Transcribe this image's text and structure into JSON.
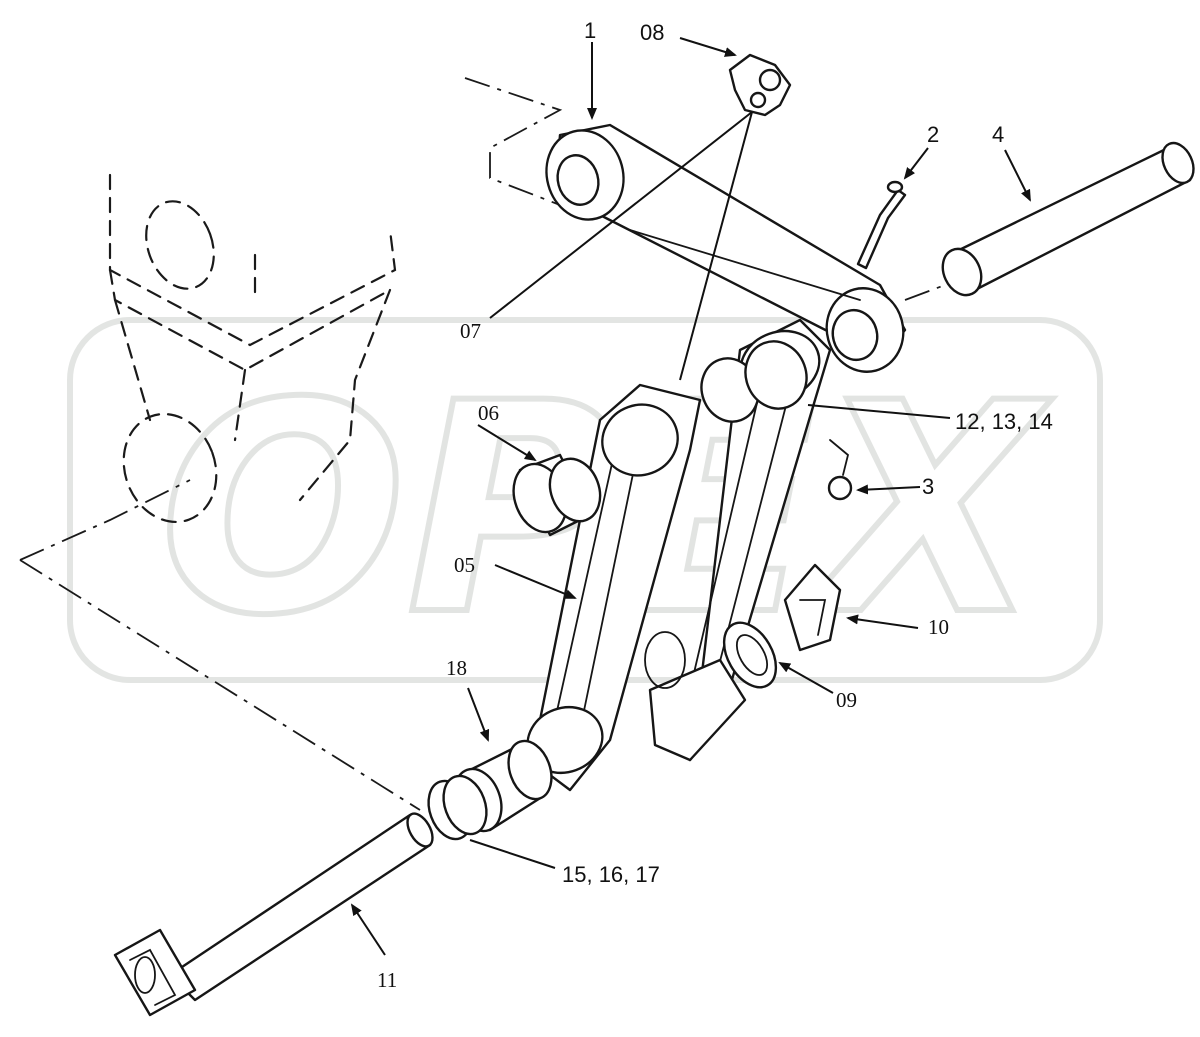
{
  "watermark": {
    "text": "OPEX"
  },
  "callouts": [
    {
      "id": "c1",
      "text": "1"
    },
    {
      "id": "c08",
      "text": "08"
    },
    {
      "id": "c2",
      "text": "2"
    },
    {
      "id": "c4",
      "text": "4"
    },
    {
      "id": "c07",
      "text": "07"
    },
    {
      "id": "c06",
      "text": "06"
    },
    {
      "id": "c12",
      "text": "12, 13, 14"
    },
    {
      "id": "c3",
      "text": "3"
    },
    {
      "id": "c05",
      "text": "05"
    },
    {
      "id": "c10",
      "text": "10"
    },
    {
      "id": "c18",
      "text": "18"
    },
    {
      "id": "c09",
      "text": "09"
    },
    {
      "id": "c15",
      "text": "15, 16, 17"
    },
    {
      "id": "c11",
      "text": "11"
    }
  ],
  "colors": {
    "line": "#161616",
    "background": "#ffffff",
    "watermark": "#d9dcd9"
  }
}
